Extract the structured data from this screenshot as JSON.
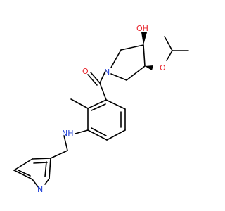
{
  "structure": {
    "colors": {
      "bond": "#000000",
      "oxygen": "#e8222a",
      "nitrogen": "#1f3fd6",
      "background": "#ffffff"
    },
    "atom_labels": {
      "hydroxyl": "OH",
      "carbonyl_oxygen": "O",
      "ether_oxygen": "O",
      "ring_nitrogen": "N",
      "amine_nh": "NH",
      "pyridine_nitrogen": "N"
    }
  }
}
